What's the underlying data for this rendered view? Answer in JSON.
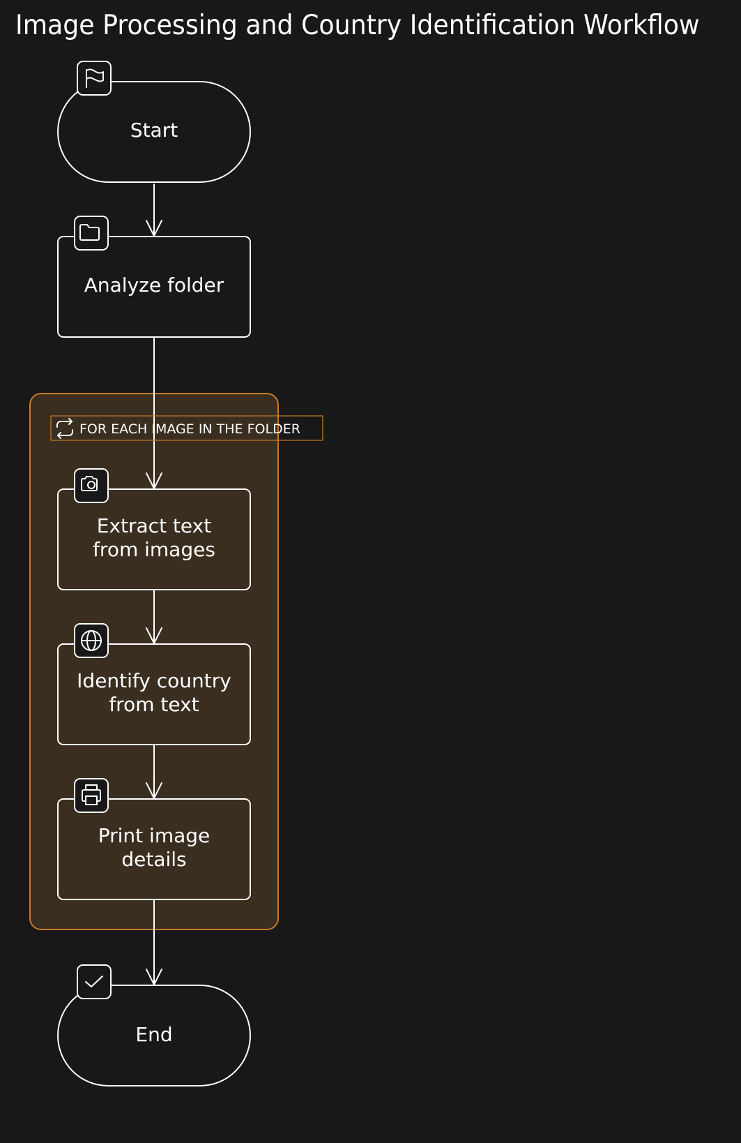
{
  "title": "Image Processing and Country Identification Workflow",
  "colors": {
    "background": "#181818",
    "stroke": "#ffffff",
    "loop_border": "#c87a2a",
    "loop_fill": "#3a2e20"
  },
  "loop": {
    "label": "FOR EACH IMAGE IN THE FOLDER",
    "icon": "repeat-icon"
  },
  "nodes": [
    {
      "id": "start",
      "icon": "flag-icon",
      "lines": [
        "Start"
      ]
    },
    {
      "id": "analyze",
      "icon": "folder-icon",
      "lines": [
        "Analyze folder"
      ]
    },
    {
      "id": "extract",
      "icon": "camera-icon",
      "lines": [
        "Extract text",
        "from images"
      ]
    },
    {
      "id": "identify",
      "icon": "globe-icon",
      "lines": [
        "Identify country",
        "from text"
      ]
    },
    {
      "id": "print",
      "icon": "printer-icon",
      "lines": [
        "Print image",
        "details"
      ]
    },
    {
      "id": "end",
      "icon": "check-icon",
      "lines": [
        "End"
      ]
    }
  ]
}
